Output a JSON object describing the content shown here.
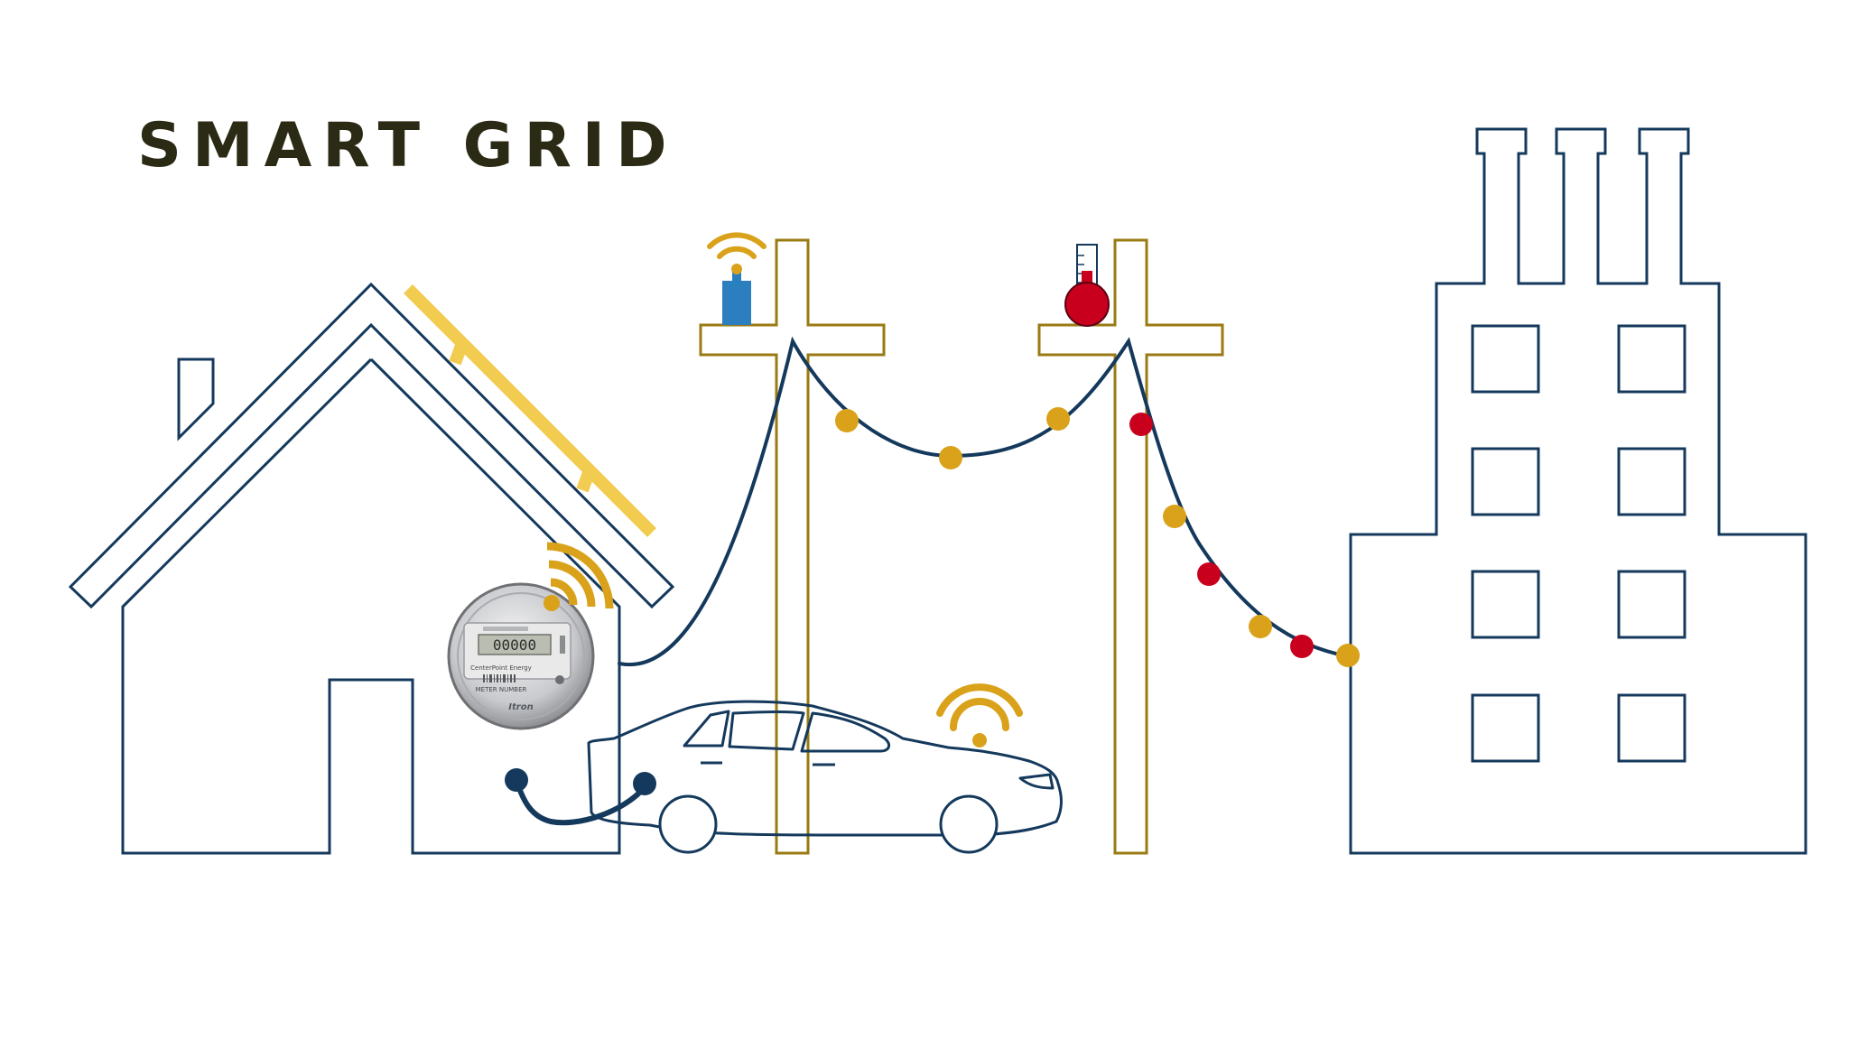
{
  "title": "SMART GRID",
  "colors": {
    "title": "#2b2a14",
    "outline": "#14395c",
    "pole": "#9a7a12",
    "gold": "#d9a21a",
    "red": "#c8001e",
    "blue_device": "#2b7fbf",
    "solar_panel": "#f2cc50"
  },
  "meter": {
    "reading": "00000",
    "brand": "Itron",
    "utility": "CenterPoint Energy",
    "number_label": "METER NUMBER"
  },
  "icons": {
    "pole_device": "wireless-transmitter-icon",
    "pole_sensor": "thermometer-icon",
    "meter_signal": "wifi-signal-icon",
    "car_signal": "wifi-signal-icon"
  }
}
